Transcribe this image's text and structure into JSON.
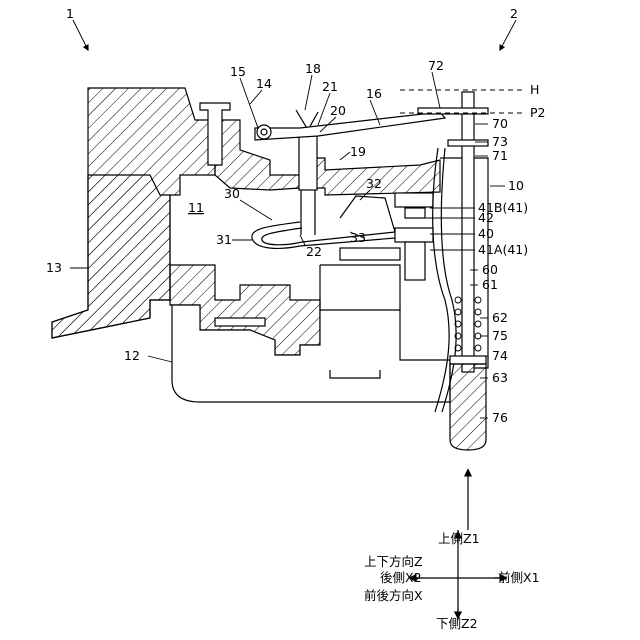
{
  "labels": {
    "assembly": "1",
    "assembly2": "2",
    "l72": "72",
    "H": "H",
    "P2": "P2",
    "l15": "15",
    "l14": "14",
    "l18": "18",
    "l21": "21",
    "l20": "20",
    "l16": "16",
    "l70": "70",
    "l73": "73",
    "l71": "71",
    "l19": "19",
    "l10": "10",
    "l30": "30",
    "l11": "11",
    "l32": "32",
    "l41B": "41B(41)",
    "l42": "42",
    "l40": "40",
    "l31": "31",
    "l22": "22",
    "l33": "33",
    "l41A": "41A(41)",
    "l13": "13",
    "l60": "60",
    "l61": "61",
    "l62": "62",
    "l75": "75",
    "l12": "12",
    "l74": "74",
    "l63": "63",
    "l76": "76"
  },
  "axes": {
    "up": "上側Z1",
    "vertical": "上下方向Z",
    "back": "後側X2",
    "front": "前側X1",
    "frontback": "前後方向X",
    "down": "下側Z2"
  }
}
